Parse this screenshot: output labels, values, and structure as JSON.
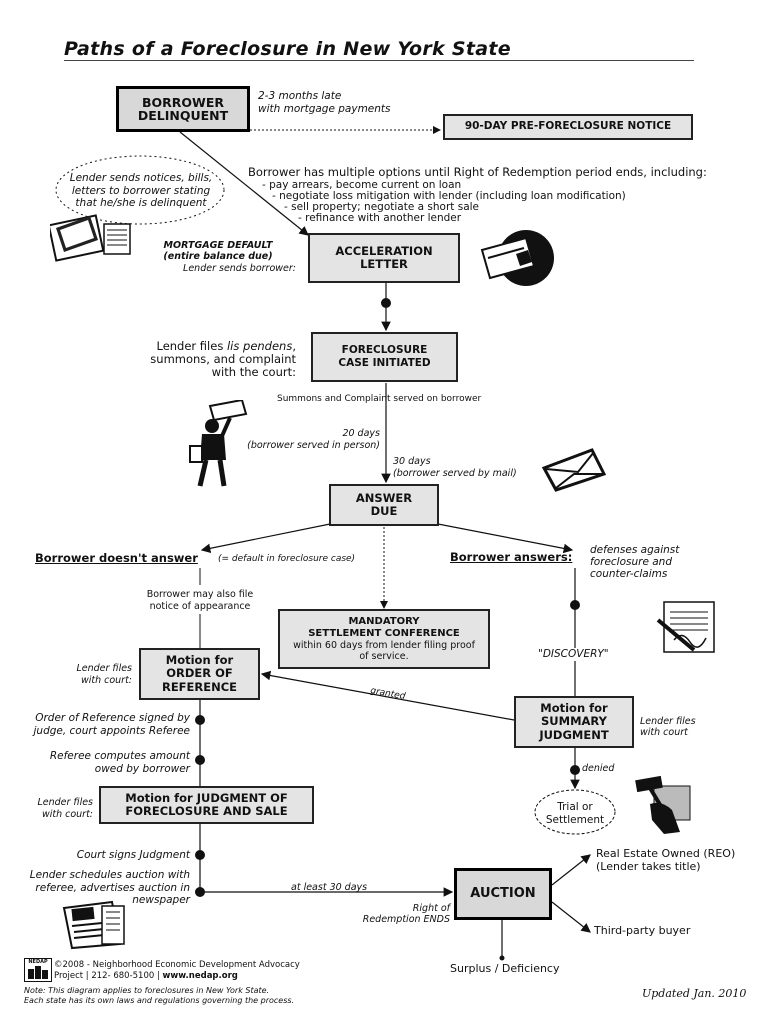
{
  "title": "Paths of a Foreclosure in New York State",
  "boxes": {
    "borrower_delinquent": [
      "BORROWER",
      "DELINQUENT"
    ],
    "pre_foreclosure_notice": [
      "90-DAY PRE-FORECLOSURE NOTICE"
    ],
    "acceleration_letter": [
      "ACCELERATION",
      "LETTER"
    ],
    "foreclosure_case": [
      "FORECLOSURE",
      "CASE INITIATED"
    ],
    "answer_due": [
      "ANSWER",
      "DUE"
    ],
    "settlement_conference": {
      "title": [
        "MANDATORY",
        "SETTLEMENT CONFERENCE"
      ],
      "detail": [
        "within 60 days from lender filing proof",
        "of service."
      ]
    },
    "order_of_reference": [
      "Motion for",
      "ORDER OF",
      "REFERENCE"
    ],
    "summary_judgment": [
      "Motion for",
      "SUMMARY",
      "JUDGMENT"
    ],
    "judgment_of_foreclosure": [
      "Motion for JUDGMENT OF",
      "FORECLOSURE AND SALE"
    ],
    "auction": [
      "AUCTION"
    ]
  },
  "notes": {
    "late_payments": [
      "2-3 months late",
      "with mortgage payments"
    ],
    "lender_notices": [
      "Lender sends notices, bills,",
      "letters to borrower stating",
      "that he/she is delinquent"
    ],
    "options_heading": "Borrower has multiple options until Right of Redemption period ends, including:",
    "options": [
      "-  pay arrears, become current on loan",
      "-  negotiate loss mitigation with lender (including loan modification)",
      "-  sell property; negotiate a short sale",
      "-  refinance with another lender"
    ],
    "mortgage_default": [
      "MORTGAGE DEFAULT",
      "(entire balance due)"
    ],
    "lender_sends_borrower": "Lender sends borrower:",
    "lender_files_pendens": {
      "line1_before": "Lender files ",
      "line1_italic": "lis pendens",
      "line1_after": ",",
      "line2": "summons, and complaint",
      "line3": "with the court:"
    },
    "summons_served": "Summons and Complaint served on borrower",
    "twenty_days": [
      "20 days",
      "(borrower served in person)"
    ],
    "thirty_days": [
      "30 days",
      "(borrower served by mail)"
    ],
    "doesnt_answer": "Borrower doesn't answer",
    "default_note": "(= default in foreclosure case)",
    "answers": "Borrower answers",
    "answers_colon": ":",
    "defenses": [
      "defenses against",
      "foreclosure and",
      "counter-claims"
    ],
    "notice_of_appearance": [
      "Borrower may also file",
      "notice of appearance"
    ],
    "discovery": "\"DISCOVERY\"",
    "lender_files_court": [
      "Lender files",
      "with court:"
    ],
    "granted": "granted",
    "lender_files_court_sj": [
      "Lender files",
      "with court"
    ],
    "order_signed": [
      "Order of Reference signed by",
      "judge, court appoints Referee"
    ],
    "referee_computes": [
      "Referee computes amount",
      "owed by borrower"
    ],
    "denied": "denied",
    "trial_settlement": [
      "Trial or",
      "Settlement"
    ],
    "lender_files_court_jf": [
      "Lender files",
      "with court:"
    ],
    "court_signs": "Court signs Judgment",
    "schedules_auction": [
      "Lender schedules auction with",
      "referee, advertises auction in",
      "newspaper"
    ],
    "at_least_30": "at least 30 days",
    "redemption_ends": [
      "Right of",
      "Redemption ENDS"
    ],
    "reo": [
      "Real Estate Owned (REO)",
      "(Lender takes title)"
    ],
    "third_party": "Third-party buyer",
    "surplus": "Surplus / Deficiency"
  },
  "footer": {
    "logo_text": "NEDAP",
    "copyright_line1": "©2008 - Neighborhood Economic Development Advocacy",
    "copyright_line2_prefix": "Project | 212- 680-5100 | ",
    "website": "www.nedap.org",
    "note_line1": "Note: This diagram applies to foreclosures in New York State.",
    "note_line2": "Each state has its own laws and regulations governing the process.",
    "updated": "Updated Jan. 2010"
  },
  "icons": [
    "letters-icon",
    "credit-card-icon",
    "mail-carrier-icon",
    "envelope-icon",
    "document-pen-icon",
    "gavel-icon",
    "newspaper-icon",
    "nedap-logo-icon"
  ]
}
